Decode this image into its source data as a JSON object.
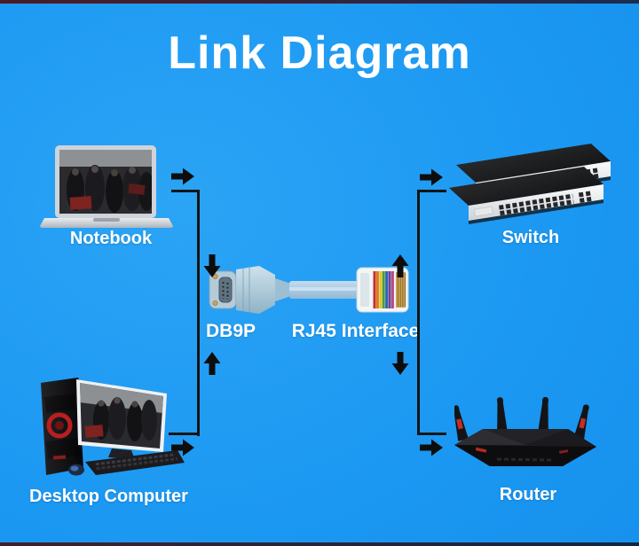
{
  "title": "Link Diagram",
  "devices": [
    {
      "id": "notebook",
      "label": "Notebook"
    },
    {
      "id": "switch",
      "label": "Switch"
    },
    {
      "id": "desktop-computer",
      "label": "Desktop Computer"
    },
    {
      "id": "router",
      "label": "Router"
    }
  ],
  "cable": {
    "left_connector": {
      "id": "db9p",
      "label": "DB9P"
    },
    "right_connector": {
      "id": "rj45",
      "label": "RJ45 Interface"
    }
  },
  "colors": {
    "background": "#1897f1",
    "background_light": "#2ba4f5",
    "background_deep": "#1590ec",
    "title_text": "#ffffff",
    "label_text": "#ffffff",
    "arrow": "#0d0d0d",
    "line": "#141414",
    "cable_blue": "#a9c9e2",
    "top_strip_left": "#4c1b24",
    "top_strip_right": "#1b2c50"
  }
}
